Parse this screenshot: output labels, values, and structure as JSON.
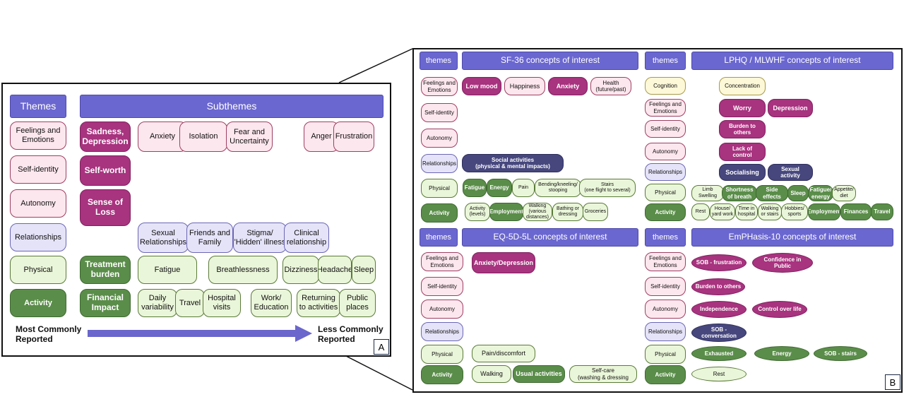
{
  "panel_a": {
    "tag": "A",
    "themes_header": "Themes",
    "subthemes_header": "Subthemes",
    "themes": [
      "Feelings and\nEmotions",
      "Self-identity",
      "Autonomy",
      "Relationships",
      "Physical",
      "Activity"
    ],
    "subthemes": [
      "Sadness,\nDepression",
      "Anxiety",
      "Isolation",
      "Fear and\nUncertainty",
      "Anger",
      "Frustration",
      "Self-worth",
      "Sense of\nLoss",
      "Sexual\nRelationships",
      "Friends and\nFamily",
      "Stigma/\n'Hidden' illness",
      "Clinical\nrelationship",
      "Treatment\nburden",
      "Fatigue",
      "Breathlessness",
      "Dizziness",
      "Headache",
      "Sleep",
      "Financial\nImpact",
      "Daily\nvariability",
      "Travel",
      "Hospital\nvisits",
      "Work/\nEducation",
      "Returning\nto activities",
      "Public\nplaces"
    ],
    "most_label": "Most Commonly\nReported",
    "less_label": "Less Commonly\nReported"
  },
  "panel_b": {
    "tag": "B",
    "sf36": {
      "themes_header": "themes",
      "concepts_header": "SF-36      concepts of interest",
      "themes": [
        "Feelings and\nEmotions",
        "Self-identity",
        "Autonomy",
        "Relationships",
        "Physical",
        "Activity"
      ],
      "items": [
        "Low mood",
        "Happiness",
        "Anxiety",
        "Health\n(future/past)",
        "Social activities\n(physical & mental impacts)",
        "Fatigue",
        "Energy",
        "Pain",
        "Bending/kneeling/\nstooping",
        "Stairs\n(one flight to several)",
        "Activity\n(levels)",
        "Employment",
        "Walking\n(various\ndistances)",
        "Bathing or\ndressing",
        "Groceries"
      ]
    },
    "lphq": {
      "themes_header": "themes",
      "concepts_header": "LPHQ / MLWHF  concepts of interest",
      "themes": [
        "Cognition",
        "Feelings and\nEmotions",
        "Self-identity",
        "Autonomy",
        "Relationships",
        "Physical",
        "Activity"
      ],
      "items": [
        "Concentration",
        "Worry",
        "Depression",
        "Burden to\nothers",
        "Lack of\ncontrol",
        "Socialising",
        "Sexual\nactivity",
        "Limb\nSwelling",
        "Shortness\nof breath",
        "Side\neffects",
        "Sleep",
        "Fatigue/\nenergy",
        "Appetite/\ndiet",
        "Rest",
        "House/\nyard work",
        "Time in\nhospital",
        "Walking\nor stairs",
        "Hobbies/\nsports",
        "Employment",
        "Finances",
        "Travel"
      ]
    },
    "eq5d": {
      "themes_header": "themes",
      "concepts_header": "EQ-5D-5L    concepts of interest",
      "themes": [
        "Feelings and\nEmotions",
        "Self-identity",
        "Autonomy",
        "Relationships",
        "Physical",
        "Activity"
      ],
      "items": [
        "Anxiety/Depression",
        "Pain/discomfort",
        "Walking",
        "Usual activities",
        "Self-care\n(washing & dressing"
      ]
    },
    "emphasis": {
      "themes_header": "themes",
      "concepts_header": "EmPHasis-10    concepts of interest",
      "themes": [
        "Feelings and\nEmotions",
        "Self-identity",
        "Autonomy",
        "Relationships",
        "Physical",
        "Activity"
      ],
      "items": [
        "SOB - frustration",
        "Confidence in\nPublic",
        "Burden to others",
        "Independence",
        "Control over life",
        "SOB -\nconversation",
        "Exhausted",
        "Energy",
        "SOB - stairs",
        "Rest"
      ]
    }
  },
  "colors": {
    "header": "#6b67d0",
    "pink": "#fde7ee",
    "lavender": "#e5e3f8",
    "light_green": "#eaf6d9",
    "dark_green": "#5a8d49",
    "magenta": "#a8337f",
    "navy": "#47477e",
    "yellow": "#fdf8d8",
    "arrow": "#6a66cc"
  }
}
